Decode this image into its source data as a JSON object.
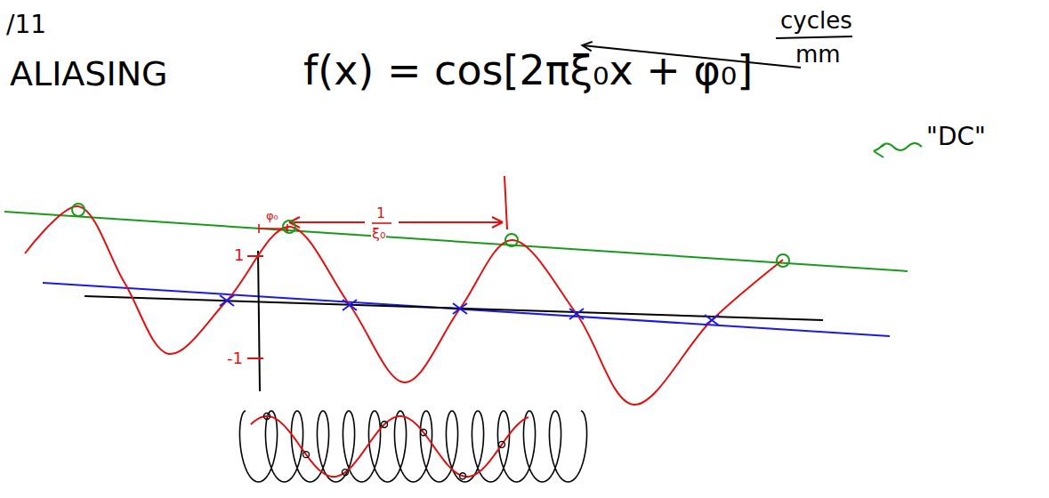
{
  "diagram": {
    "title": "ALIASING",
    "labels": [
      "/11",
      "cycles",
      "mm",
      "f(x) = cos[2πξ₀x + φ₀]",
      "\"DC\"",
      "φ₀",
      "1",
      "ξ₀",
      "1",
      "-1"
    ]
  }
}
